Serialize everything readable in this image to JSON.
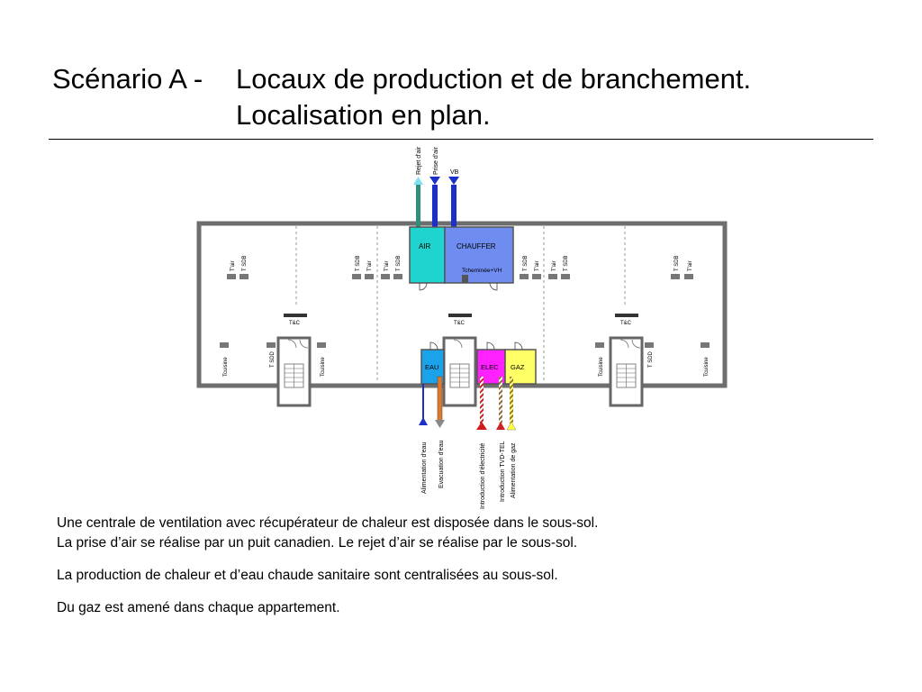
{
  "title": {
    "lead": "Scénario A -",
    "line1": "Locaux de production et de branchement.",
    "line2": "Localisation en plan."
  },
  "plan": {
    "rooms": {
      "air": "AIR",
      "chauffer": "CHAUFFER",
      "eau": "EAU",
      "elec": "ELEC",
      "gaz": "GAZ"
    },
    "labels": {
      "cheminee": "Tcheminée+VH",
      "tc": "T&C",
      "tair": "T'air",
      "tsdb": "T SDB",
      "tsdd": "T SDD",
      "tcuisine": "Tcuisine"
    },
    "top_conduits": {
      "rejet": "Rejet d'air",
      "prise": "Prise d'air",
      "vb": "VB"
    },
    "bottom_conduits": {
      "alim_eau": "Alimentation d'eau",
      "evac_eau": "Evacuation d'eau",
      "intro_elec": "Introduction d'électricité",
      "intro_tvd": "Introduction TVD-TEL",
      "alim_gaz": "Alimentation de gaz"
    },
    "colors": {
      "air": "#1fd3cf",
      "chauffer": "#6f8cf0",
      "eau": "#1aa3e8",
      "elec": "#ff22ff",
      "gaz": "#ffff66",
      "rejet": "#2f8f7a",
      "prise": "#1c2fc8",
      "evac": "#e07a2a"
    }
  },
  "text": {
    "p1a": "Une centrale de ventilation avec récupérateur de chaleur est disposée dans le sous-sol.",
    "p1b": "La prise d’air se réalise par un puit canadien. Le rejet d’air se réalise par le sous-sol.",
    "p2": "La production de chaleur et d’eau chaude sanitaire sont centralisées au sous-sol.",
    "p3": "Du gaz est amené dans chaque appartement."
  }
}
